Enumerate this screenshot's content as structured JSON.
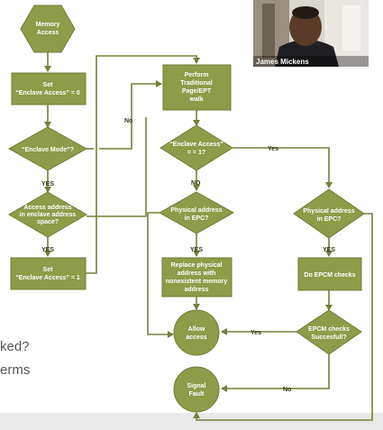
{
  "video": {
    "speaker_name": "James Mickens"
  },
  "slide_text": {
    "line1": "ked?",
    "line2": "erms"
  },
  "colors": {
    "node_fill": "#8c9c49",
    "node_stroke": "#6f7d36",
    "edge": "#72803a",
    "label_text": "#ffffff",
    "bottom_bar": "#e9e9e9"
  },
  "nodes": {
    "memory_access": [
      "Memory",
      "Access"
    ],
    "set_zero": [
      "Set",
      "“Enclave Access” = 0"
    ],
    "enclave_mode": [
      "“Enclave Mode”?"
    ],
    "access_addr": [
      "Access address",
      "in enclave address",
      "space?"
    ],
    "set_one": [
      "Set",
      "“Enclave Access” = 1"
    ],
    "perform_walk": [
      "Perform",
      "Traditional",
      "Page/EPT",
      "walk"
    ],
    "enclave_eq": [
      "“Enclave Access”",
      "= = 1?"
    ],
    "phys_left": [
      "Physical address",
      "in EPC?"
    ],
    "replace_phys": [
      "Replace physical",
      "address with",
      "nonexistent memory",
      "address"
    ],
    "allow_access": [
      "Allow",
      "access"
    ],
    "signal_fault": [
      "Signal",
      "Fault"
    ],
    "phys_right": [
      "Physical address",
      "in EPC?"
    ],
    "epcm_checks": [
      "Do EPCM checks"
    ],
    "epcm_success": [
      "EPCM checks",
      "Succesfull?"
    ]
  },
  "edge_labels": {
    "yes1": "YES",
    "yes2": "YES",
    "no1": "No",
    "yes_right": "Yes",
    "no_mid": "NO",
    "yes_left": "YES",
    "yes_right2": "YES",
    "yes_allow": "Yes",
    "no_fault": "No"
  }
}
